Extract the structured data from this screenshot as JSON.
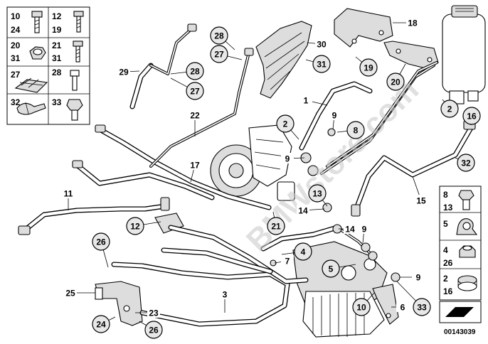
{
  "diagram": {
    "watermark": "BMWstore.com",
    "image_code": "00143039",
    "grid_labels": {
      "c10": "10",
      "c24": "24",
      "c12": "12",
      "c19": "19",
      "c20": "20",
      "c31": "31",
      "c21": "21",
      "c31b": "31",
      "c27": "27",
      "c28": "28",
      "c32": "32",
      "c33": "33"
    },
    "side_labels": {
      "s8": "8",
      "s13": "13",
      "s5": "5",
      "s4": "4",
      "s26": "26",
      "s2": "2",
      "s16": "16"
    },
    "callouts": [
      {
        "id": "c-28a",
        "text": "28",
        "bubble": true
      },
      {
        "id": "c-27a",
        "text": "27",
        "bubble": true
      },
      {
        "id": "c-30",
        "text": "30",
        "bubble": false
      },
      {
        "id": "c-31",
        "text": "31",
        "bubble": true
      },
      {
        "id": "c-18",
        "text": "18",
        "bubble": false
      },
      {
        "id": "c-19",
        "text": "19",
        "bubble": true
      },
      {
        "id": "c-20",
        "text": "20",
        "bubble": true
      },
      {
        "id": "c-29",
        "text": "29",
        "bubble": false
      },
      {
        "id": "c-28b",
        "text": "28",
        "bubble": true
      },
      {
        "id": "c-27b",
        "text": "27",
        "bubble": true
      },
      {
        "id": "c-1",
        "text": "1",
        "bubble": false
      },
      {
        "id": "c-2a",
        "text": "2",
        "bubble": true
      },
      {
        "id": "c-2b",
        "text": "2",
        "bubble": true
      },
      {
        "id": "c-16",
        "text": "16",
        "bubble": true
      },
      {
        "id": "c-22",
        "text": "22",
        "bubble": false
      },
      {
        "id": "c-9a",
        "text": "9",
        "bubble": false
      },
      {
        "id": "c-8",
        "text": "8",
        "bubble": true
      },
      {
        "id": "c-9b",
        "text": "9",
        "bubble": false
      },
      {
        "id": "c-32",
        "text": "32",
        "bubble": true
      },
      {
        "id": "c-17",
        "text": "17",
        "bubble": false
      },
      {
        "id": "c-13",
        "text": "13",
        "bubble": true
      },
      {
        "id": "c-15",
        "text": "15",
        "bubble": false
      },
      {
        "id": "c-11",
        "text": "11",
        "bubble": false
      },
      {
        "id": "c-14a",
        "text": "14",
        "bubble": false
      },
      {
        "id": "c-12",
        "text": "12",
        "bubble": true
      },
      {
        "id": "c-21",
        "text": "21",
        "bubble": true
      },
      {
        "id": "c-14b",
        "text": "14",
        "bubble": false
      },
      {
        "id": "c-9c",
        "text": "9",
        "bubble": false
      },
      {
        "id": "c-26a",
        "text": "26",
        "bubble": true
      },
      {
        "id": "c-4",
        "text": "4",
        "bubble": true
      },
      {
        "id": "c-7",
        "text": "7",
        "bubble": false
      },
      {
        "id": "c-5",
        "text": "5",
        "bubble": true
      },
      {
        "id": "c-9d",
        "text": "9",
        "bubble": false
      },
      {
        "id": "c-25",
        "text": "25",
        "bubble": false
      },
      {
        "id": "c-3",
        "text": "3",
        "bubble": false
      },
      {
        "id": "c-23",
        "text": "23",
        "bubble": false
      },
      {
        "id": "c-10",
        "text": "10",
        "bubble": true
      },
      {
        "id": "c-6",
        "text": "6",
        "bubble": false
      },
      {
        "id": "c-33",
        "text": "33",
        "bubble": true
      },
      {
        "id": "c-24",
        "text": "24",
        "bubble": true
      },
      {
        "id": "c-26b",
        "text": "26",
        "bubble": true
      }
    ]
  }
}
